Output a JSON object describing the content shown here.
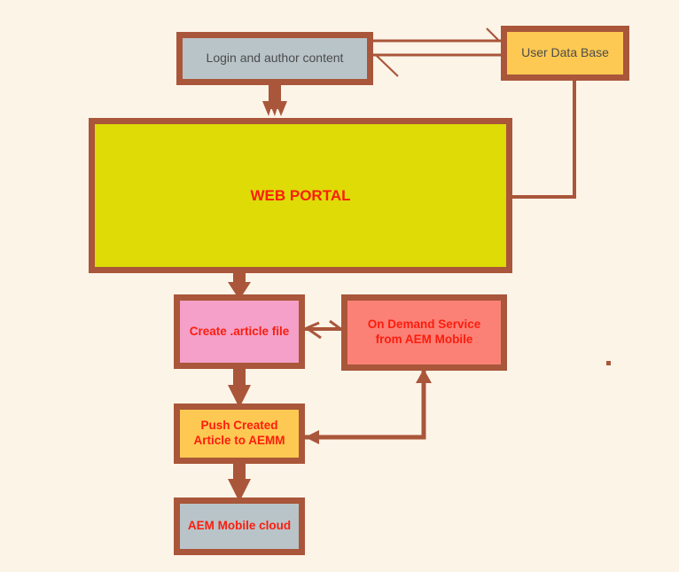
{
  "diagram": {
    "title": "AEM Mobile article publishing flow",
    "type": "flowchart",
    "background_color": "#fdf4e8",
    "border_color": "#a9563a",
    "connector_color": "#a9563a",
    "nodes": [
      {
        "id": "login",
        "label": "Login and author content",
        "fill": "#b9c4c9",
        "text_color": "#4c4c4c"
      },
      {
        "id": "userdb",
        "label": "User Data Base",
        "fill": "#fdc952",
        "text_color": "#4c4c4c"
      },
      {
        "id": "webportal",
        "label": "WEB PORTAL",
        "fill": "#dedb07",
        "text_color": "#fc1d0d"
      },
      {
        "id": "article",
        "label": "Create .article file",
        "fill": "#f4a0c8",
        "text_color": "#fc1d0d"
      },
      {
        "id": "ondemand",
        "label": "On Demand Service\nfrom AEM Mobile",
        "fill": "#fb8177",
        "text_color": "#fc1d0d"
      },
      {
        "id": "push",
        "label": "Push Created\nArticle to AEMM",
        "fill": "#fdc952",
        "text_color": "#fc1d0d"
      },
      {
        "id": "aemcloud",
        "label": "AEM Mobile cloud",
        "fill": "#b9c4c9",
        "text_color": "#fc1d0d"
      }
    ],
    "edges": [
      {
        "id": "login-userdb",
        "from": "login",
        "to": "userdb",
        "style": "double-line",
        "direction": "bidirectional"
      },
      {
        "id": "login-webportal",
        "from": "login",
        "to": "webportal",
        "style": "thick",
        "direction": "down"
      },
      {
        "id": "userdb-webportal",
        "from": "userdb",
        "to": "webportal",
        "style": "thin-elbow",
        "direction": "none"
      },
      {
        "id": "webportal-article",
        "from": "webportal",
        "to": "article",
        "style": "thick",
        "direction": "down"
      },
      {
        "id": "ondemand-article",
        "from": "ondemand",
        "to": "article",
        "style": "thin",
        "direction": "bidirectional"
      },
      {
        "id": "article-push",
        "from": "article",
        "to": "push",
        "style": "thick",
        "direction": "down"
      },
      {
        "id": "ondemand-push",
        "from": "ondemand",
        "to": "push",
        "style": "thin-elbow",
        "direction": "bidirectional"
      },
      {
        "id": "push-aemcloud",
        "from": "push",
        "to": "aemcloud",
        "style": "thick",
        "direction": "down"
      }
    ],
    "marks": [
      {
        "id": "stray-dot",
        "shape": "dot",
        "color": "#a9563a"
      }
    ]
  }
}
